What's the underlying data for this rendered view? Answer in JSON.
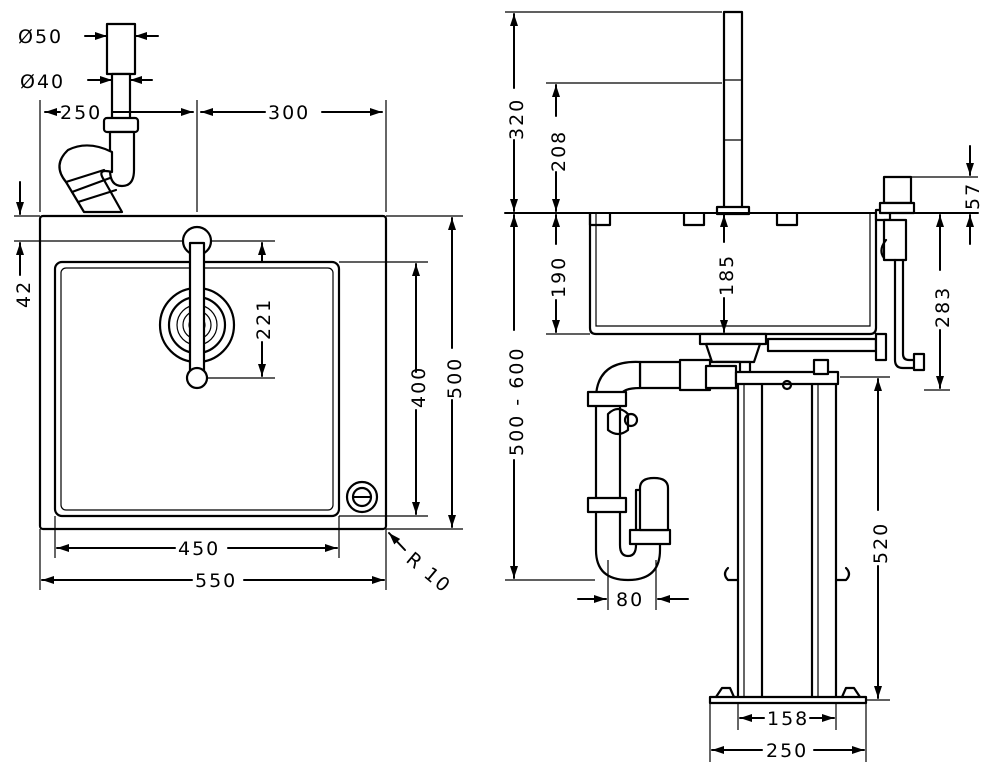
{
  "dimensions": {
    "pipe_outer_diameter": "Ø50",
    "pipe_inner_diameter": "Ø40",
    "waste_offset": "250",
    "tap_offset": "300",
    "rim_to_tap": "42",
    "tap_spout_reach": "221",
    "bowl_depth_top": "400",
    "sink_depth": "500",
    "bowl_width": "450",
    "sink_width": "550",
    "corner_radius": "R 10",
    "tap_height": "320",
    "tap_spout_height": "208",
    "bowl_depth": "190",
    "drain_depth": "185",
    "cabinet_height": "500 - 600",
    "overflow_height": "57",
    "overflow_depth": "283",
    "siphon_offset": "80",
    "frame_height": "520",
    "frame_inner": "158",
    "frame_outer": "250"
  }
}
